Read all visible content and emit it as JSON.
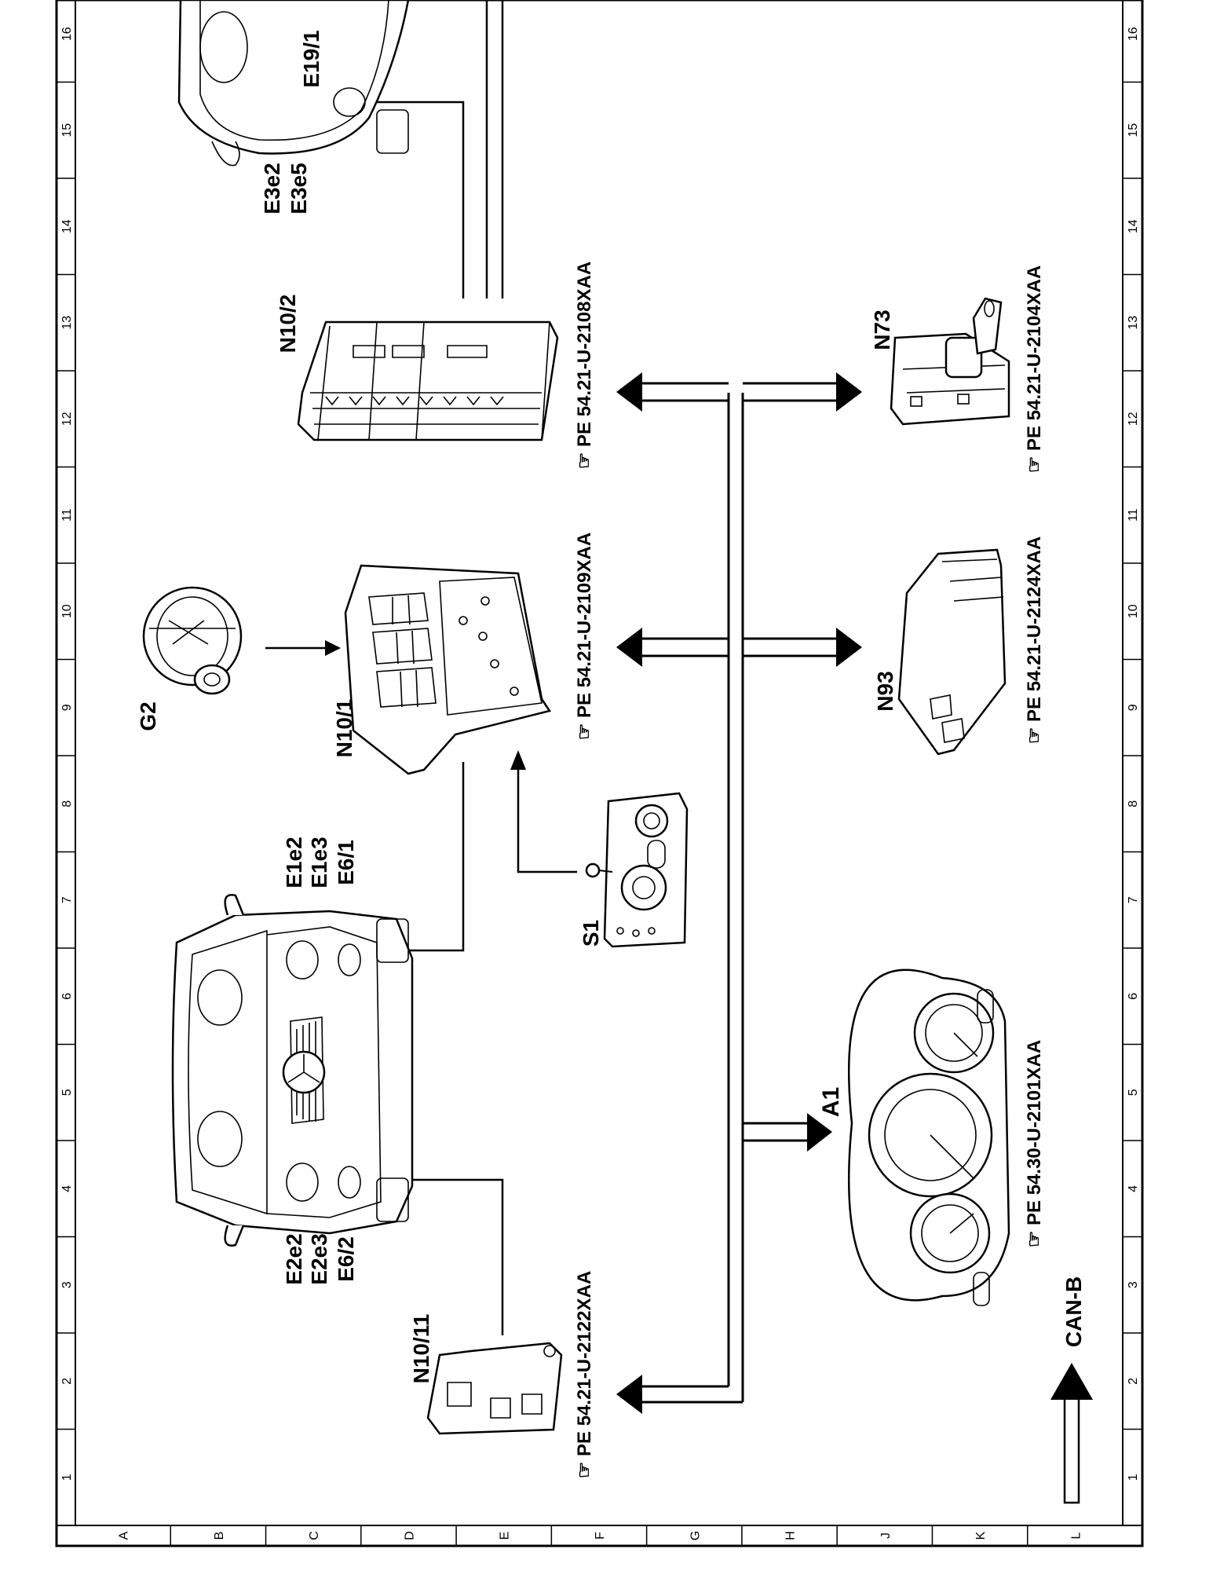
{
  "grid": {
    "numbers": [
      "1",
      "2",
      "3",
      "4",
      "5",
      "6",
      "7",
      "8",
      "9",
      "10",
      "11",
      "12",
      "13",
      "14",
      "15",
      "16"
    ],
    "letters": [
      "A",
      "B",
      "C",
      "D",
      "E",
      "F",
      "G",
      "H",
      "J",
      "K",
      "L"
    ]
  },
  "components": {
    "e19_1": "E19/1",
    "e3e2": "E3e2",
    "e3e5": "E3e5",
    "n10_2": "N10/2",
    "g2": "G2",
    "n10_1": "N10/1",
    "e1e2": "E1e2",
    "e1e3": "E1e3",
    "e6_1": "E6/1",
    "s1": "S1",
    "e2e2": "E2e2",
    "e2e3": "E2e3",
    "e6_2": "E6/2",
    "n10_11": "N10/11",
    "n73": "N73",
    "n93": "N93",
    "a1": "A1"
  },
  "references": {
    "ref_n10_2": "PE 54.21-U-2108XAA",
    "ref_n10_1": "PE 54.21-U-2109XAA",
    "ref_n10_11": "PE 54.21-U-2122XAA",
    "ref_n73": "PE 54.21-U-2104XAA",
    "ref_n93": "PE 54.21-U-2124XAA",
    "ref_a1": "PE 54.30-U-2101XAA"
  },
  "legend": {
    "can_b": "CAN-B"
  }
}
